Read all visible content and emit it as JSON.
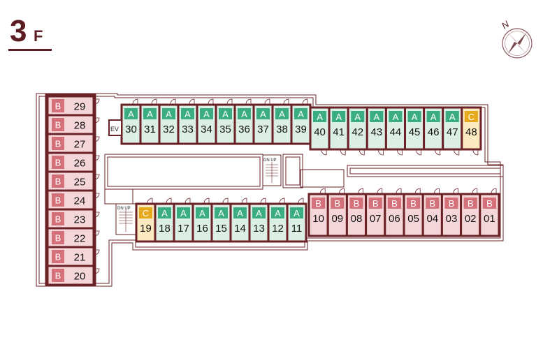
{
  "floor": {
    "number": "3",
    "suffix": "F"
  },
  "compass": {
    "letter": "N"
  },
  "colors": {
    "wall": "#6b2227",
    "corridor": "#ffffff",
    "typeA_badge": "#3aae82",
    "typeA_fill": "#dcefe5",
    "typeB_badge": "#d4707a",
    "typeB_fill": "#f4d6d8",
    "typeC_badge": "#e6a91c",
    "typeC_fill": "#fbeac0"
  },
  "elevator": {
    "label": "EV"
  },
  "stairs": [
    {
      "label": "DN UP"
    },
    {
      "label": "DN UP"
    }
  ],
  "rooms": {
    "left": [
      {
        "type": "B",
        "num": "29"
      },
      {
        "type": "B",
        "num": "28"
      },
      {
        "type": "B",
        "num": "27"
      },
      {
        "type": "B",
        "num": "26"
      },
      {
        "type": "B",
        "num": "25"
      },
      {
        "type": "B",
        "num": "24"
      },
      {
        "type": "B",
        "num": "23"
      },
      {
        "type": "B",
        "num": "22"
      },
      {
        "type": "B",
        "num": "21"
      },
      {
        "type": "B",
        "num": "20"
      }
    ],
    "top_left": [
      {
        "type": "A",
        "num": "30"
      },
      {
        "type": "A",
        "num": "31"
      },
      {
        "type": "A",
        "num": "32"
      },
      {
        "type": "A",
        "num": "33"
      },
      {
        "type": "A",
        "num": "34"
      },
      {
        "type": "A",
        "num": "35"
      },
      {
        "type": "A",
        "num": "36"
      },
      {
        "type": "A",
        "num": "37"
      },
      {
        "type": "A",
        "num": "38"
      },
      {
        "type": "A",
        "num": "39"
      }
    ],
    "top_right": [
      {
        "type": "A",
        "num": "40"
      },
      {
        "type": "A",
        "num": "41"
      },
      {
        "type": "A",
        "num": "42"
      },
      {
        "type": "A",
        "num": "43"
      },
      {
        "type": "A",
        "num": "44"
      },
      {
        "type": "A",
        "num": "45"
      },
      {
        "type": "A",
        "num": "46"
      },
      {
        "type": "A",
        "num": "47"
      },
      {
        "type": "C",
        "num": "48"
      }
    ],
    "bottom_left": [
      {
        "type": "C",
        "num": "19"
      },
      {
        "type": "A",
        "num": "18"
      },
      {
        "type": "A",
        "num": "17"
      },
      {
        "type": "A",
        "num": "16"
      },
      {
        "type": "A",
        "num": "15"
      },
      {
        "type": "A",
        "num": "14"
      },
      {
        "type": "A",
        "num": "13"
      },
      {
        "type": "A",
        "num": "12"
      },
      {
        "type": "A",
        "num": "11"
      }
    ],
    "bottom_right": [
      {
        "type": "B",
        "num": "10"
      },
      {
        "type": "B",
        "num": "09"
      },
      {
        "type": "B",
        "num": "08"
      },
      {
        "type": "B",
        "num": "07"
      },
      {
        "type": "B",
        "num": "06"
      },
      {
        "type": "B",
        "num": "05"
      },
      {
        "type": "B",
        "num": "04"
      },
      {
        "type": "B",
        "num": "03"
      },
      {
        "type": "B",
        "num": "02"
      },
      {
        "type": "B",
        "num": "01"
      }
    ]
  }
}
